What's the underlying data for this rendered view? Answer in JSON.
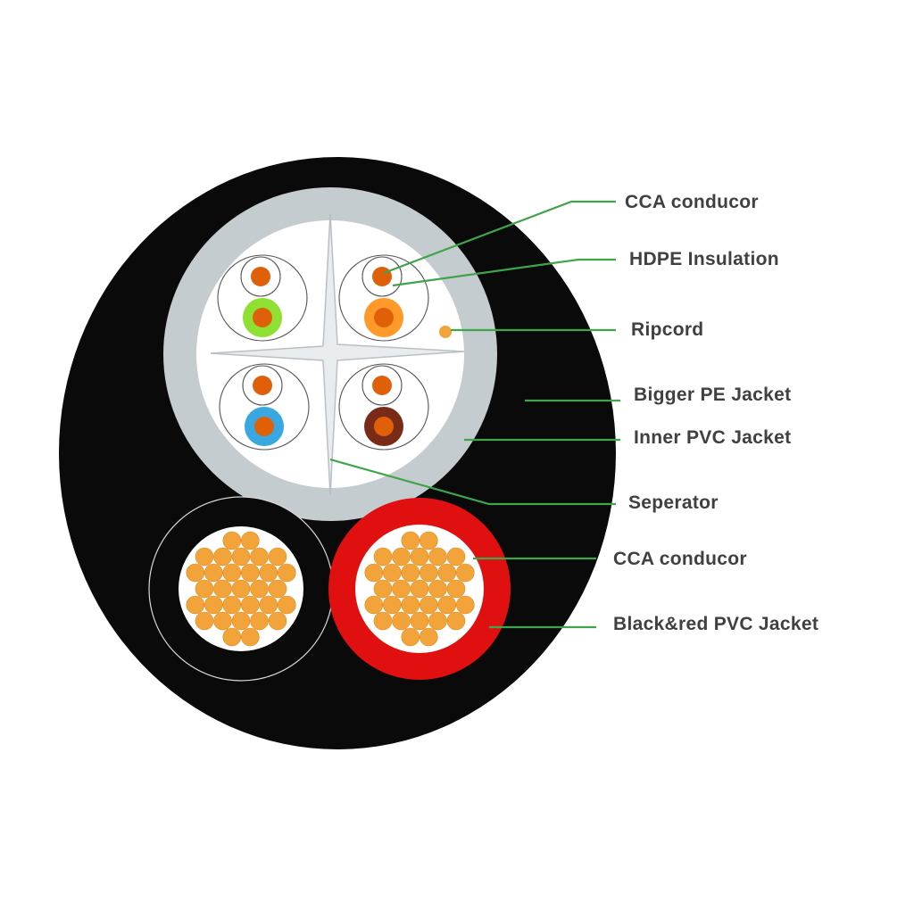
{
  "colors": {
    "outer_jacket": "#0a0a0a",
    "inner_jacket": "#c5ccd0",
    "core_fill": "#ffffff",
    "conductor": "#f2a43a",
    "conductor_dark": "#e0600a",
    "leader_line": "#3fa44a",
    "red_jacket": "#e01010",
    "label_text": "#404040"
  },
  "pair_colors": [
    {
      "name": "green",
      "color": "#8ee032"
    },
    {
      "name": "orange",
      "color": "#ff9a2a"
    },
    {
      "name": "blue",
      "color": "#3aa8e0"
    },
    {
      "name": "brown",
      "color": "#7a2b18"
    }
  ],
  "labels": {
    "cca_conductor_top": "CCA  conducor",
    "hdpe_insulation": "HDPE Insulation",
    "ripcord": "Ripcord",
    "bigger_pe_jacket": "Bigger PE Jacket",
    "inner_pvc_jacket": "Inner PVC Jacket",
    "separator": "Seperator",
    "cca_conductor_bottom": "CCA  conducor",
    "black_red_pvc_jacket": "Black&red PVC Jacket"
  }
}
